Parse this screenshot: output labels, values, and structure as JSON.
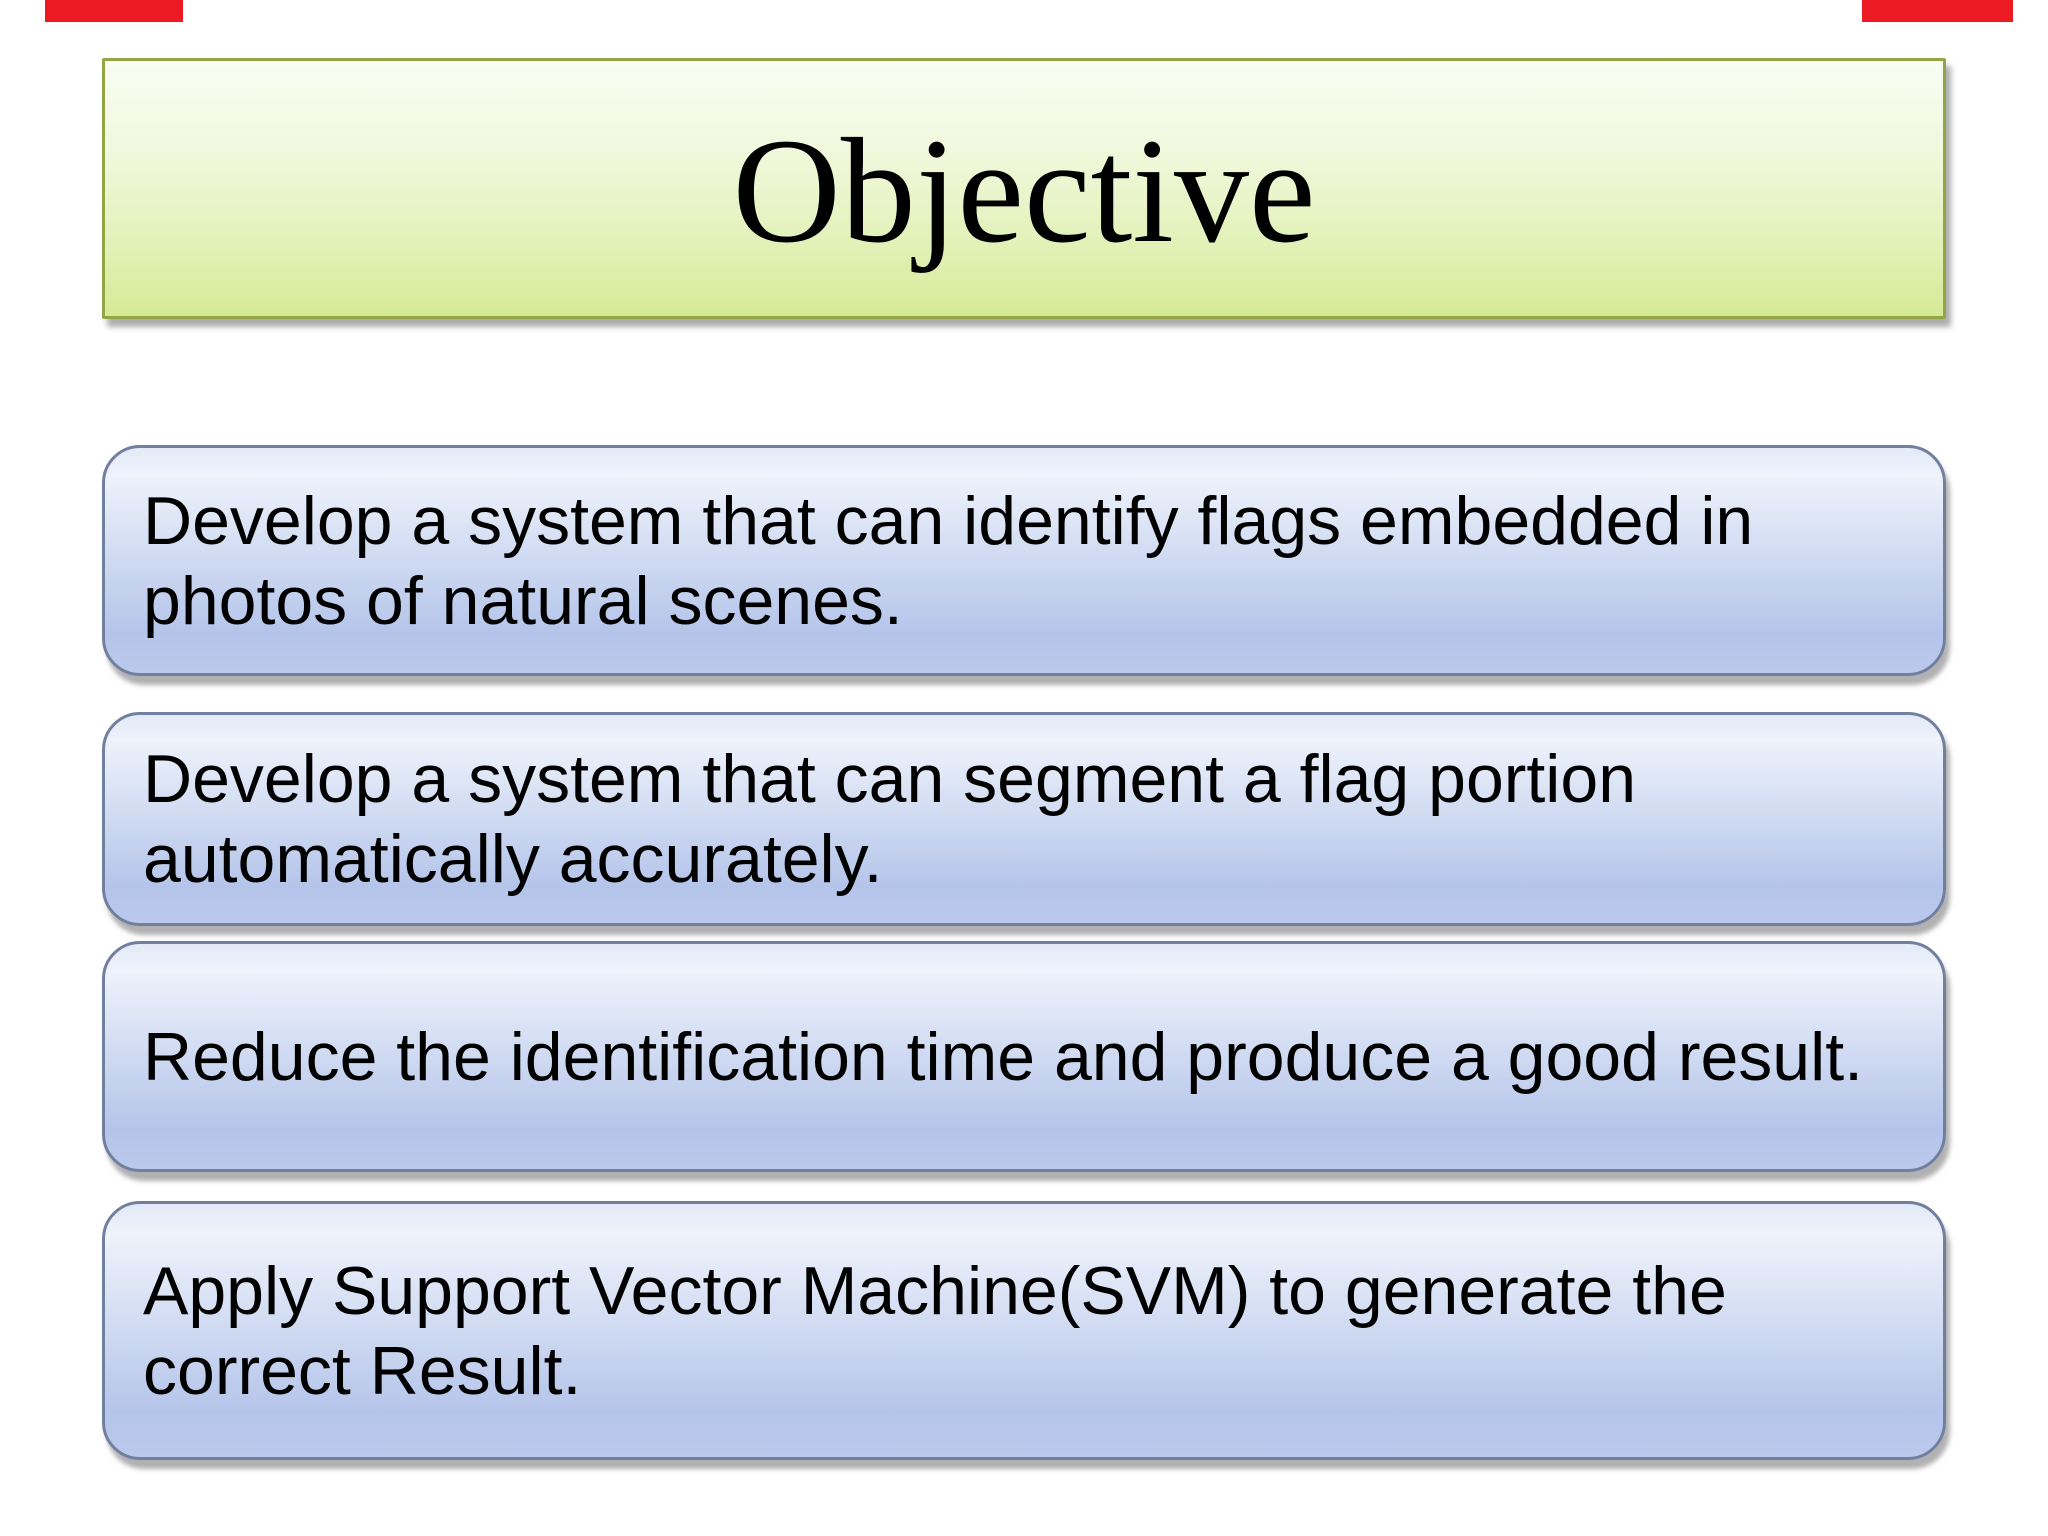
{
  "slide": {
    "title": "Objective",
    "objectives": [
      {
        "text": "Develop a system that can identify flags embedded in\nphotos of natural scenes."
      },
      {
        "text": "Develop a system that can segment a flag portion\nautomatically accurately."
      },
      {
        "text": "Reduce the identification time and produce a good result."
      },
      {
        "text": "Apply Support Vector Machine(SVM) to generate the\ncorrect Result."
      }
    ],
    "colors": {
      "background": "#ffffff",
      "title_box_gradient_top": "#f9fdf3",
      "title_box_gradient_bottom": "#d5ea96",
      "title_box_border": "#94a545",
      "objective_box_gradient_top": "#eef2fb",
      "objective_box_gradient_bottom": "#b5c5ea",
      "objective_box_border": "#72809f",
      "text": "#000000",
      "corner_marker_red": "#ec1b23"
    }
  }
}
